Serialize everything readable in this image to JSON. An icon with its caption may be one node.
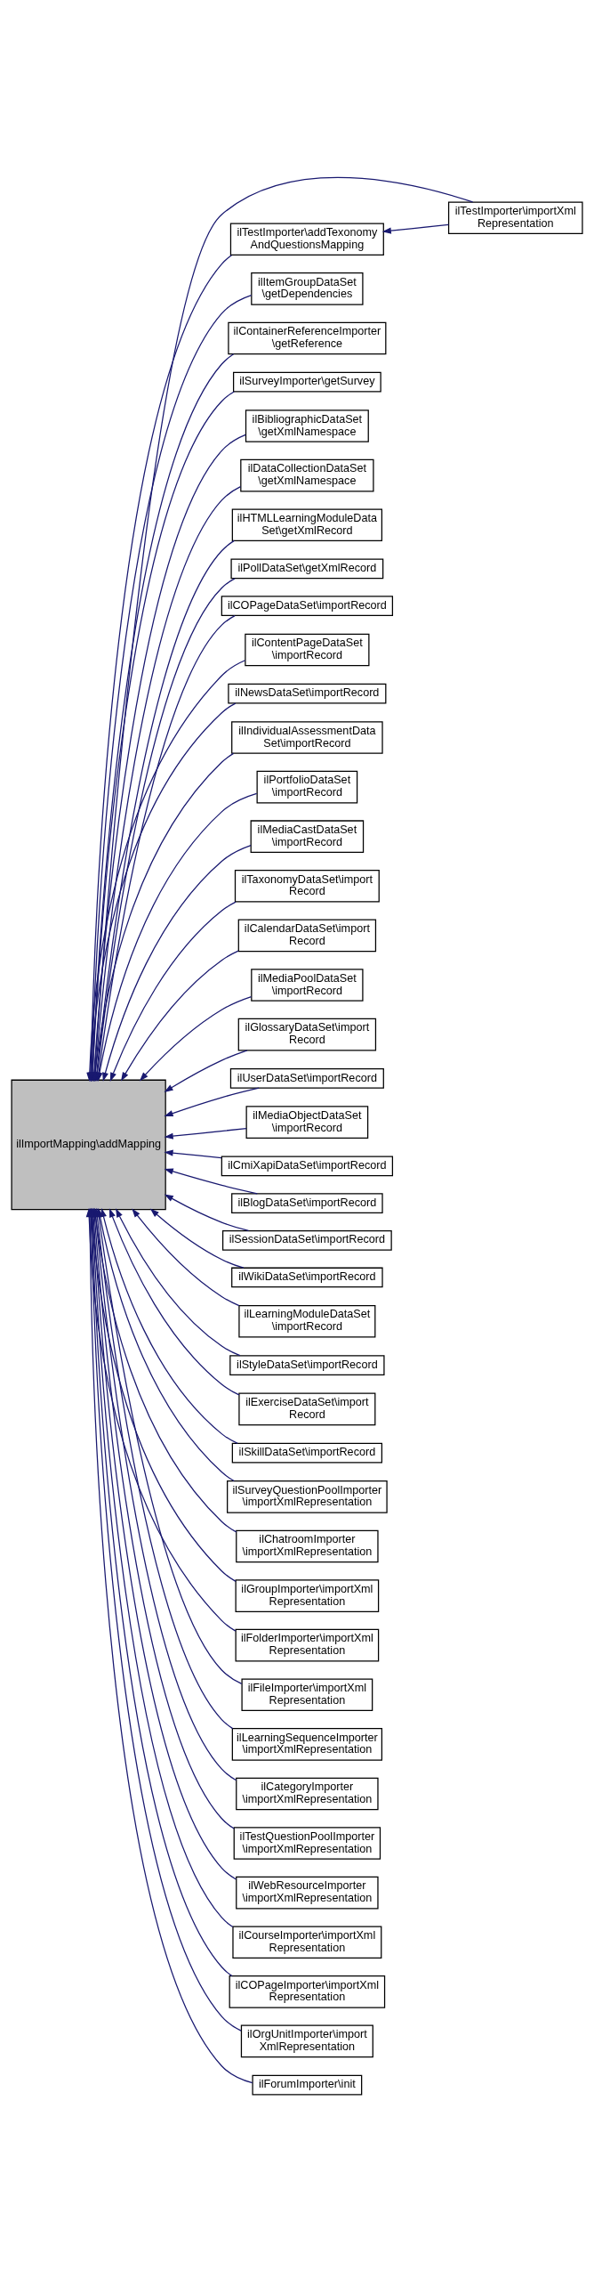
{
  "diagram": {
    "nodes": [
      {
        "text": [
          "ilImportMapping\\addMapping"
        ]
      },
      {
        "text": [
          "ilTestImporter\\addTexonomy AndQuestionsMapping"
        ]
      },
      {
        "text": [
          "ilTestImporter\\importXml Representation"
        ]
      },
      {
        "text": [
          "ilItemGroupDataSet \\getDependencies"
        ]
      },
      {
        "text": [
          "ilContainerReferenceImporter \\getReference"
        ]
      },
      {
        "text": [
          "ilSurveyImporter\\getSurvey"
        ]
      },
      {
        "text": [
          "ilBibliographicDataSet \\getXmlNamespace"
        ]
      },
      {
        "text": [
          "ilDataCollectionDataSet \\getXmlNamespace"
        ]
      },
      {
        "text": [
          "ilHTMLLearningModuleData Set\\getXmlRecord"
        ]
      },
      {
        "text": [
          "ilPollDataSet\\getXmlRecord"
        ]
      },
      {
        "text": [
          "ilCOPageDataSet\\importRecord"
        ]
      },
      {
        "text": [
          "ilContentPageDataSet \\importRecord"
        ]
      },
      {
        "text": [
          "ilNewsDataSet\\importRecord"
        ]
      },
      {
        "text": [
          "ilIndividualAssessmentData Set\\importRecord"
        ]
      },
      {
        "text": [
          "ilPortfolioDataSet \\importRecord"
        ]
      },
      {
        "text": [
          "ilMediaCastDataSet \\importRecord"
        ]
      },
      {
        "text": [
          "ilTaxonomyDataSet\\import Record"
        ]
      },
      {
        "text": [
          "ilCalendarDataSet\\import Record"
        ]
      },
      {
        "text": [
          "ilMediaPoolDataSet \\importRecord"
        ]
      },
      {
        "text": [
          "ilGlossaryDataSet\\import Record"
        ]
      },
      {
        "text": [
          "ilUserDataSet\\importRecord"
        ]
      },
      {
        "text": [
          "ilMediaObjectDataSet \\importRecord"
        ]
      },
      {
        "text": [
          "ilCmiXapiDataSet\\importRecord"
        ]
      },
      {
        "text": [
          "ilBlogDataSet\\importRecord"
        ]
      },
      {
        "text": [
          "ilSessionDataSet\\importRecord"
        ]
      },
      {
        "text": [
          "ilWikiDataSet\\importRecord"
        ]
      },
      {
        "text": [
          "ilLearningModuleDataSet \\importRecord"
        ]
      },
      {
        "text": [
          "ilStyleDataSet\\importRecord"
        ]
      },
      {
        "text": [
          "ilExerciseDataSet\\import Record"
        ]
      },
      {
        "text": [
          "ilSkillDataSet\\importRecord"
        ]
      },
      {
        "text": [
          "ilSurveyQuestionPoolImporter \\importXmlRepresentation"
        ]
      },
      {
        "text": [
          "ilChatroomImporter \\importXmlRepresentation"
        ]
      },
      {
        "text": [
          "ilGroupImporter\\importXml Representation"
        ]
      },
      {
        "text": [
          "ilFolderImporter\\importXml Representation"
        ]
      },
      {
        "text": [
          "ilFileImporter\\importXml Representation"
        ]
      },
      {
        "text": [
          "ilLearningSequenceImporter \\importXmlRepresentation"
        ]
      },
      {
        "text": [
          "ilCategoryImporter \\importXmlRepresentation"
        ]
      },
      {
        "text": [
          "ilTestQuestionPoolImporter \\importXmlRepresentation"
        ]
      },
      {
        "text": [
          "ilWebResourceImporter \\importXmlRepresentation"
        ]
      },
      {
        "text": [
          "ilCourseImporter\\importXml Representation"
        ]
      },
      {
        "text": [
          "ilCOPageImporter\\importXml Representation"
        ]
      },
      {
        "text": [
          "ilOrgUnitImporter\\import XmlRepresentation"
        ]
      },
      {
        "text": [
          "ilForumImporter\\init"
        ]
      }
    ],
    "edges": [
      {
        "from": 1,
        "to": 0,
        "arrow": "to"
      },
      {
        "from": 2,
        "to": 1,
        "arrow": "to"
      },
      {
        "from": 2,
        "to": 0,
        "arrow": "to"
      },
      {
        "from": 3,
        "to": 0,
        "arrow": "to"
      },
      {
        "from": 4,
        "to": 0,
        "arrow": "to"
      },
      {
        "from": 5,
        "to": 0,
        "arrow": "to"
      },
      {
        "from": 6,
        "to": 0,
        "arrow": "to"
      },
      {
        "from": 7,
        "to": 0,
        "arrow": "to"
      },
      {
        "from": 8,
        "to": 0,
        "arrow": "to"
      },
      {
        "from": 9,
        "to": 0,
        "arrow": "to"
      },
      {
        "from": 10,
        "to": 0,
        "arrow": "to"
      },
      {
        "from": 11,
        "to": 0,
        "arrow": "to"
      },
      {
        "from": 12,
        "to": 0,
        "arrow": "to"
      },
      {
        "from": 13,
        "to": 0,
        "arrow": "to"
      },
      {
        "from": 14,
        "to": 0,
        "arrow": "to"
      },
      {
        "from": 15,
        "to": 0,
        "arrow": "to"
      },
      {
        "from": 16,
        "to": 0,
        "arrow": "to"
      },
      {
        "from": 17,
        "to": 0,
        "arrow": "to"
      },
      {
        "from": 18,
        "to": 0,
        "arrow": "to"
      },
      {
        "from": 19,
        "to": 0,
        "arrow": "to"
      },
      {
        "from": 20,
        "to": 0,
        "arrow": "to"
      },
      {
        "from": 21,
        "to": 0,
        "arrow": "to"
      },
      {
        "from": 22,
        "to": 0,
        "arrow": "to"
      },
      {
        "from": 23,
        "to": 0,
        "arrow": "to"
      },
      {
        "from": 24,
        "to": 0,
        "arrow": "to"
      },
      {
        "from": 25,
        "to": 0,
        "arrow": "to"
      },
      {
        "from": 26,
        "to": 0,
        "arrow": "to"
      },
      {
        "from": 27,
        "to": 0,
        "arrow": "to"
      },
      {
        "from": 28,
        "to": 0,
        "arrow": "to"
      },
      {
        "from": 29,
        "to": 0,
        "arrow": "to"
      },
      {
        "from": 30,
        "to": 0,
        "arrow": "to"
      },
      {
        "from": 31,
        "to": 0,
        "arrow": "to"
      },
      {
        "from": 32,
        "to": 0,
        "arrow": "to"
      },
      {
        "from": 33,
        "to": 0,
        "arrow": "to"
      },
      {
        "from": 34,
        "to": 0,
        "arrow": "to"
      },
      {
        "from": 35,
        "to": 0,
        "arrow": "to"
      },
      {
        "from": 36,
        "to": 0,
        "arrow": "to"
      },
      {
        "from": 37,
        "to": 0,
        "arrow": "to"
      },
      {
        "from": 38,
        "to": 0,
        "arrow": "to"
      },
      {
        "from": 39,
        "to": 0,
        "arrow": "to"
      },
      {
        "from": 40,
        "to": 0,
        "arrow": "to"
      },
      {
        "from": 41,
        "to": 0,
        "arrow": "to"
      },
      {
        "from": 42,
        "to": 0,
        "arrow": "to"
      }
    ]
  }
}
